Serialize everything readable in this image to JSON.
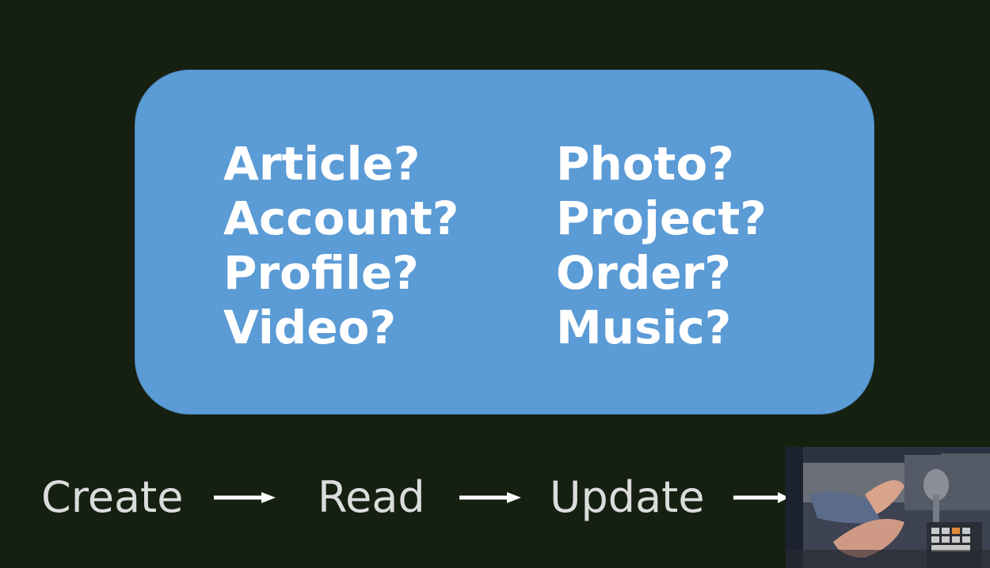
{
  "entities": {
    "left": [
      "Article?",
      "Account?",
      "Profile?",
      "Video?"
    ],
    "right": [
      "Photo?",
      "Project?",
      "Order?",
      "Music?"
    ]
  },
  "flow": {
    "steps": [
      "Create",
      "Read",
      "Update"
    ]
  },
  "colors": {
    "background": "#152010",
    "box_fill": "#5b9bd6",
    "box_text": "#ffffff",
    "flow_text": "#dcdcdc"
  },
  "icons": {
    "arrow": "arrow-right-icon"
  }
}
